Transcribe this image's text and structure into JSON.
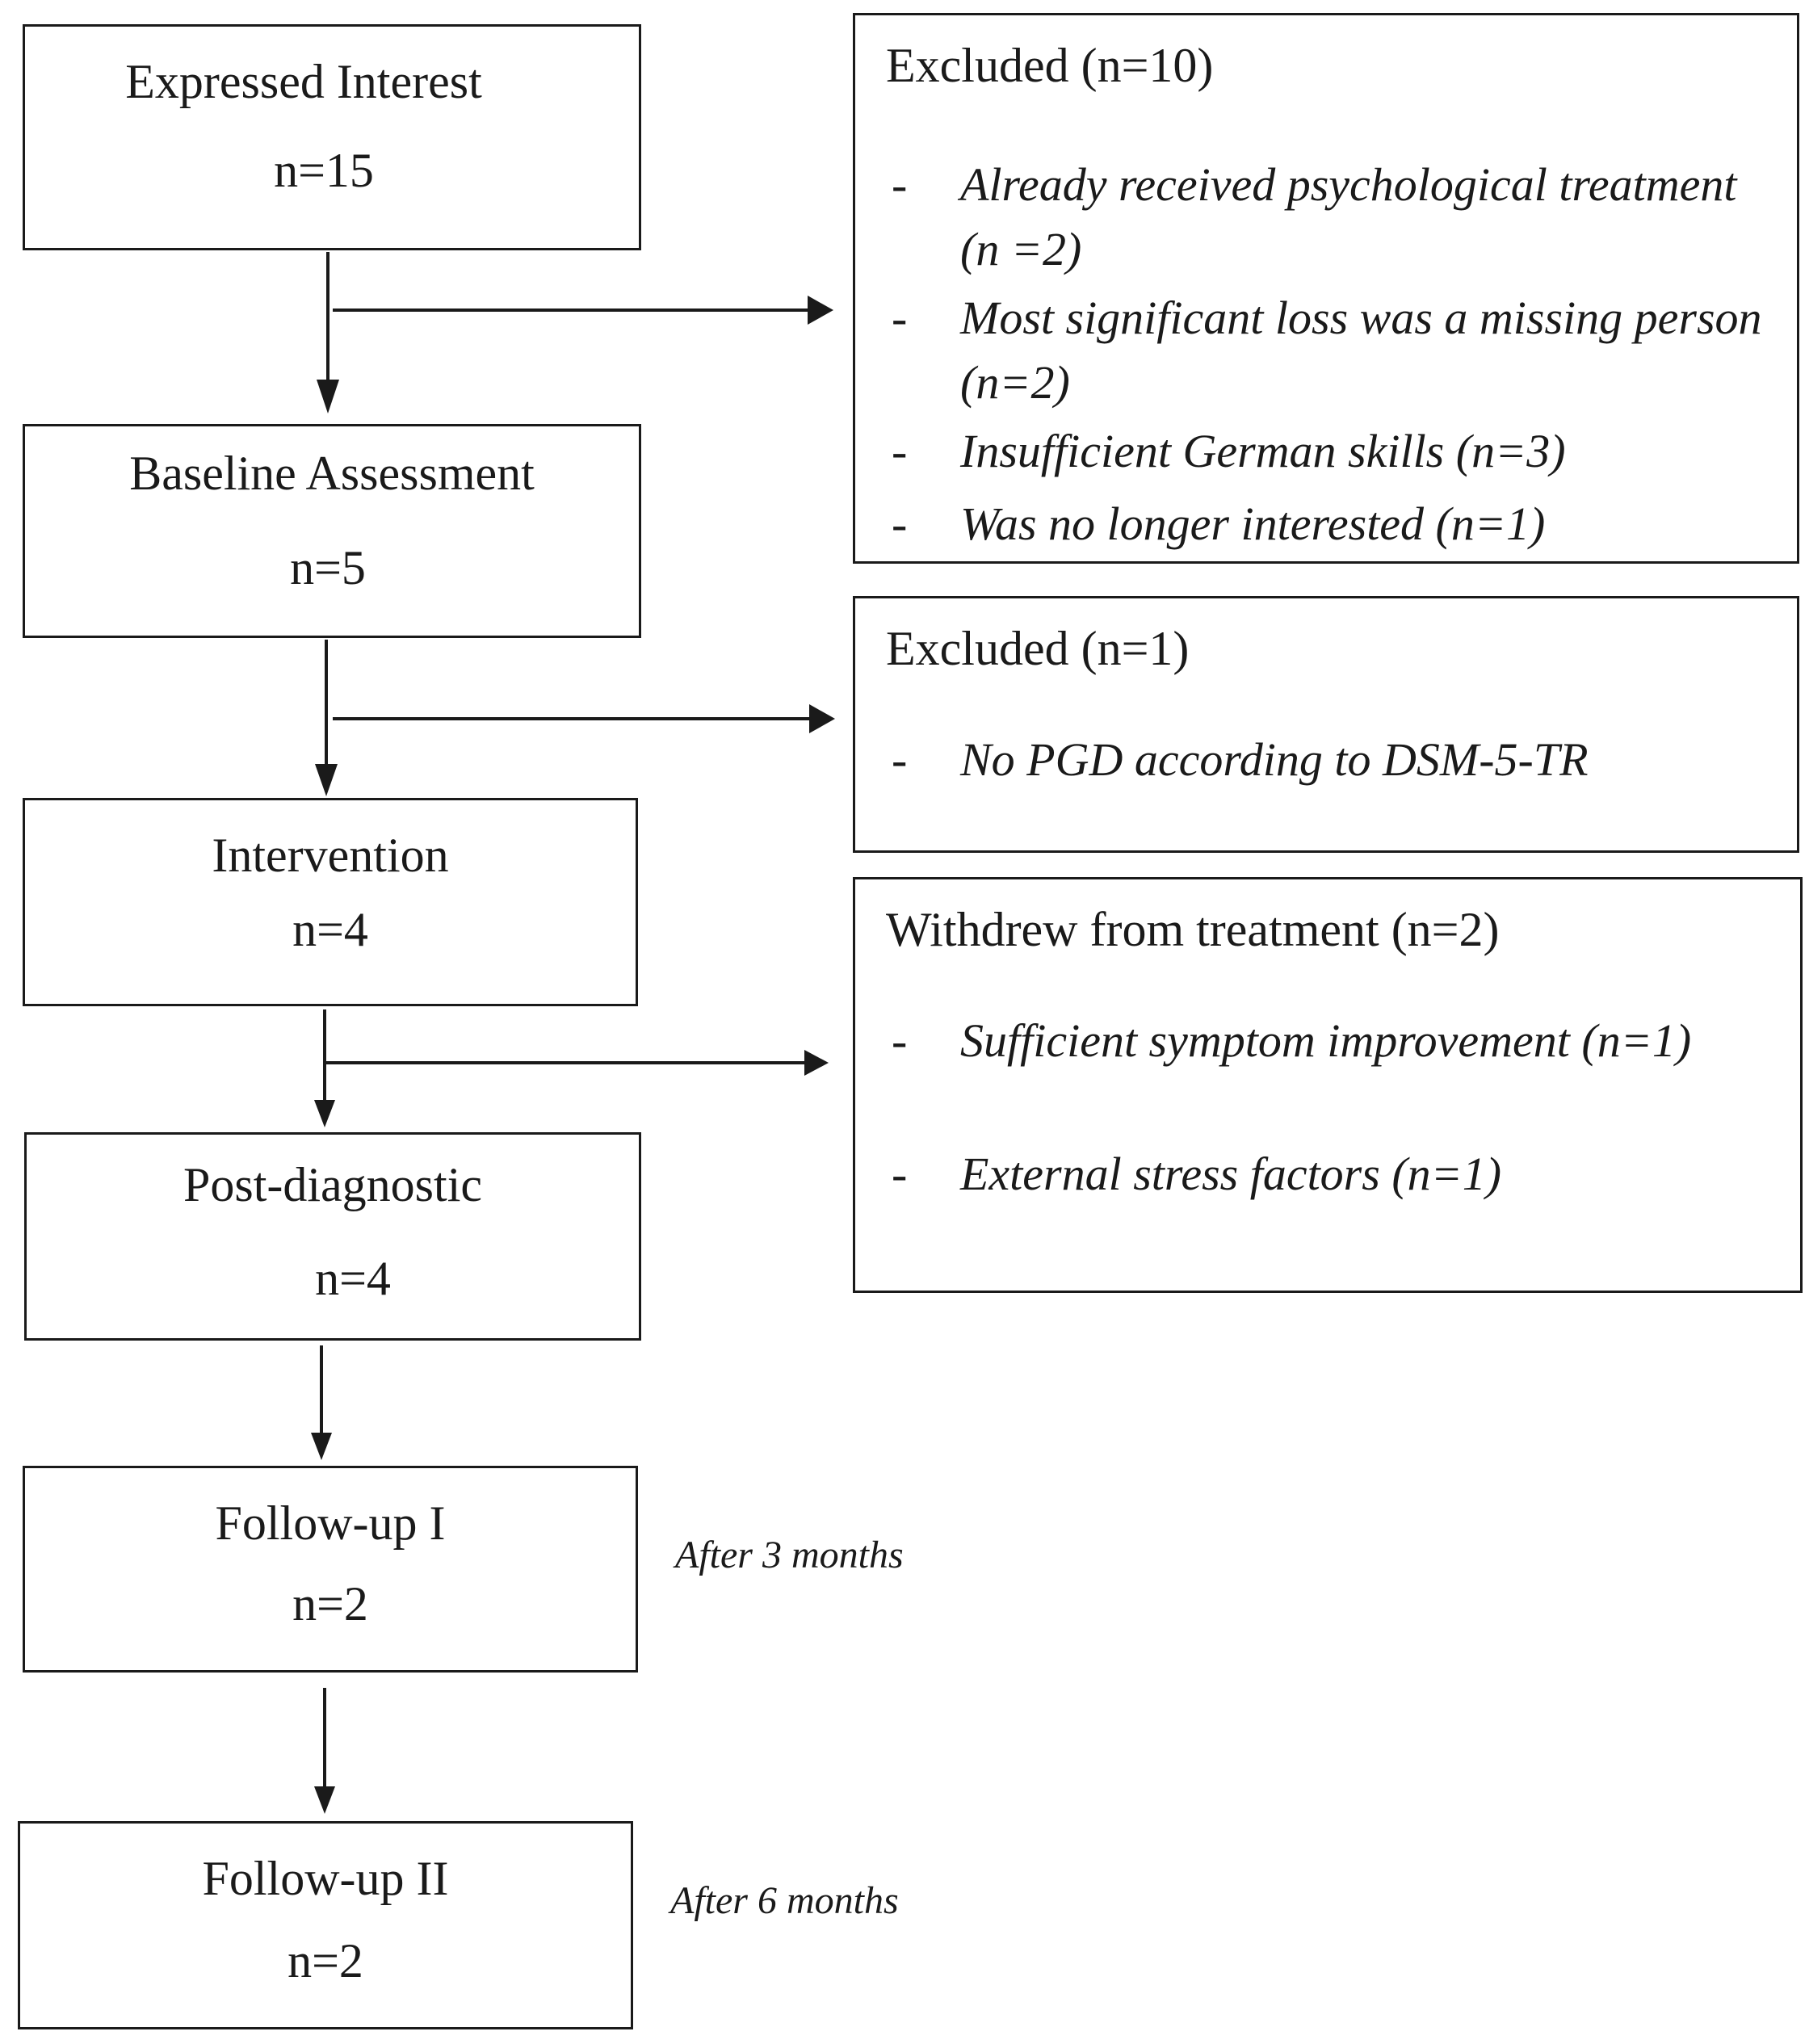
{
  "stages": [
    {
      "title": "Expressed Interest",
      "n": "n=15"
    },
    {
      "title": "Baseline Assessment",
      "n": "n=5"
    },
    {
      "title": "Intervention",
      "n": "n=4"
    },
    {
      "title": "Post-diagnostic",
      "n": "n=4"
    },
    {
      "title": "Follow-up I",
      "n": "n=2"
    },
    {
      "title": "Follow-up II",
      "n": "n=2"
    }
  ],
  "exclusions": [
    {
      "title": "Excluded (n=10)",
      "reasons": [
        {
          "dash": "-",
          "text": "Already received psychological treatment (n =2)"
        },
        {
          "dash": "-",
          "text": "Most significant loss was a missing person (n=2)"
        },
        {
          "dash": "-",
          "text": "Insufficient German skills (n=3)"
        },
        {
          "dash": "-",
          "text": "Was no longer interested (n=1)"
        }
      ]
    },
    {
      "title": "Excluded (n=1)",
      "reasons": [
        {
          "dash": "-",
          "text": "No PGD according to DSM-5-TR"
        }
      ]
    },
    {
      "title": "Withdrew from treatment (n=2)",
      "reasons": [
        {
          "dash": "-",
          "text": "Sufficient symptom improvement (n=1)"
        },
        {
          "dash": "-",
          "text": "External stress factors (n=1)"
        }
      ]
    }
  ],
  "notes": [
    "After 3 months",
    "After 6 months"
  ]
}
